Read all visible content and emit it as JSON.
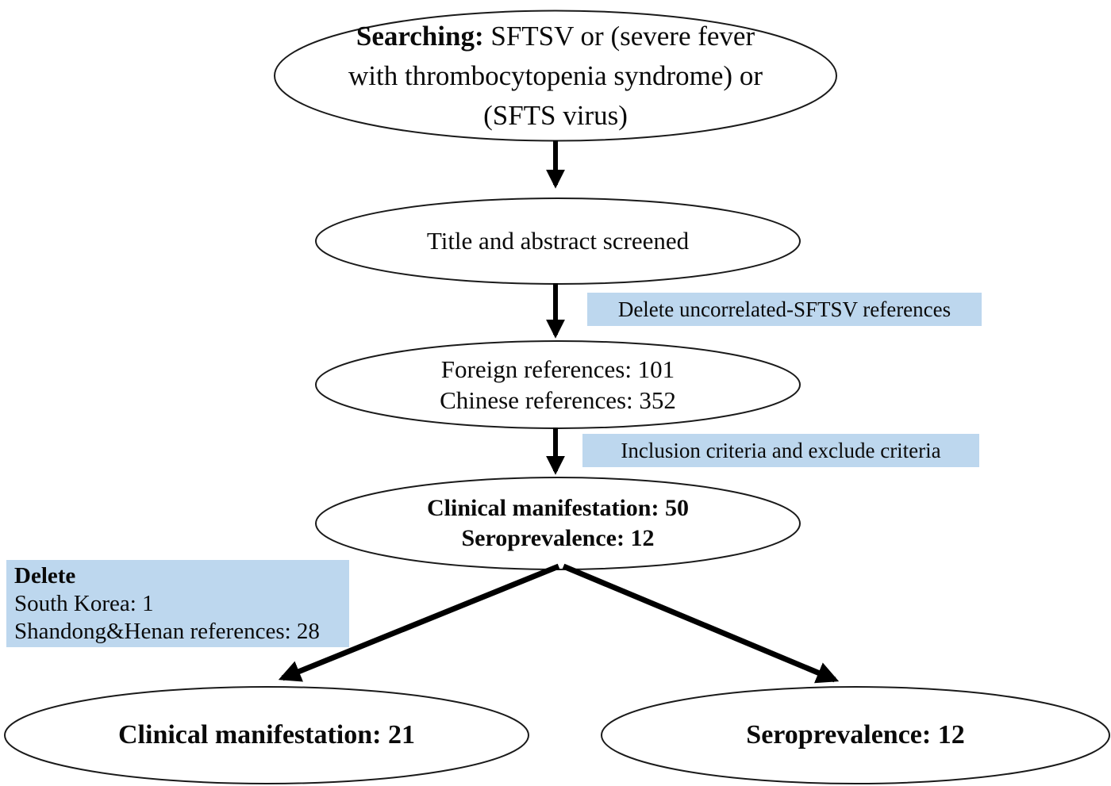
{
  "colors": {
    "highlight_blue": "#bdd7ee",
    "shape_stroke": "#1a1a1a",
    "arrow_black": "#000000"
  },
  "nodes": {
    "searching": {
      "bold": "Searching:",
      "rest": " SFTSV or (severe fever with thrombocytopenia syndrome) or (SFTS virus)"
    },
    "screened": {
      "text": "Title and abstract screened"
    },
    "references": {
      "line1": "Foreign references: 101",
      "line2": "Chinese references: 352"
    },
    "selected": {
      "line1": "Clinical manifestation: 50",
      "line2": "Seroprevalence: 12"
    },
    "clinical_final": {
      "text": "Clinical manifestation: 21"
    },
    "seroprevalence_final": {
      "text": "Seroprevalence: 12"
    }
  },
  "annotations": {
    "delete_uncorrelated": {
      "text": "Delete uncorrelated-SFTSV references"
    },
    "criteria": {
      "text": "Inclusion criteria and exclude criteria"
    },
    "delete_box": {
      "title": "Delete",
      "line1": "South Korea: 1",
      "line2": "Shandong&Henan references: 28"
    }
  }
}
